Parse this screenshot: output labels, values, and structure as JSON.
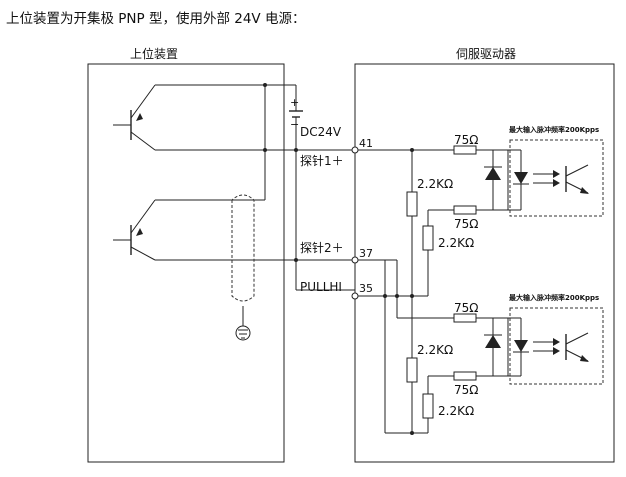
{
  "heading": "上位装置为开集极 PNP 型，使用外部 24V 电源：",
  "upper_device_label": "上位装置",
  "servo_drive_label": "伺服驱动器",
  "power_label": "DC24V",
  "probe1_label": "探针1＋",
  "probe2_label": "探针2＋",
  "pullhi_label": "PULLHI",
  "pin_41": "41",
  "pin_37": "37",
  "pin_35": "35",
  "r_75_1": "75Ω",
  "r_75_2": "75Ω",
  "r_75_3": "75Ω",
  "r_75_4": "75Ω",
  "r_22k_1": "2.2KΩ",
  "r_22k_2": "2.2KΩ",
  "r_22k_3": "2.2KΩ",
  "r_22k_4": "2.2KΩ",
  "opto_note_1": "最大输入脉冲频率200Kpps",
  "opto_note_2": "最大输入脉冲频率200Kpps",
  "battery_plus": "+",
  "battery_minus": "−"
}
